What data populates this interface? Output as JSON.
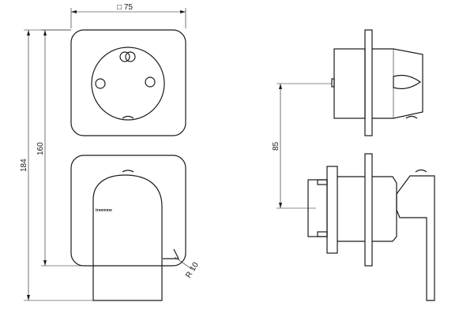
{
  "dimensions": {
    "width_square": "□ 75",
    "height_plate": "160",
    "height_total": "184",
    "depth_offset": "85",
    "radius": "R 10"
  },
  "brand_text": "treemme"
}
